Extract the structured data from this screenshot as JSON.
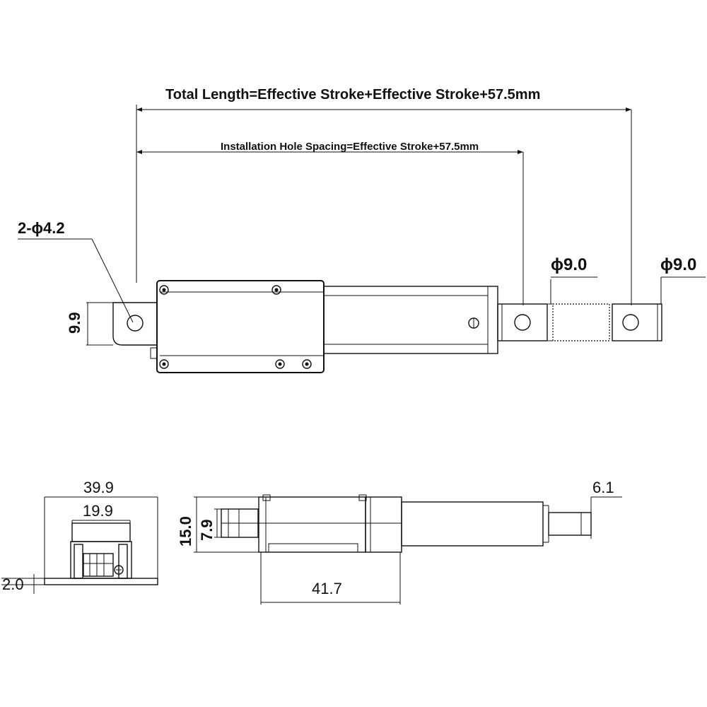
{
  "labels": {
    "total_length": "Total Length=Effective Stroke+Effective Stroke+57.5mm",
    "hole_spacing": "Installation Hole Spacing=Effective Stroke+57.5mm",
    "mount_holes": "2-ϕ4.2",
    "rod_end_dia_1": "ϕ9.0",
    "rod_end_dia_2": "ϕ9.0",
    "bracket_height": "9.9",
    "side_width": "39.9",
    "side_inner_width": "19.9",
    "side_plate_thickness": "2.0",
    "body_height": "15.0",
    "connector_height": "7.9",
    "rod_dia": "6.1",
    "body_length": "41.7"
  }
}
